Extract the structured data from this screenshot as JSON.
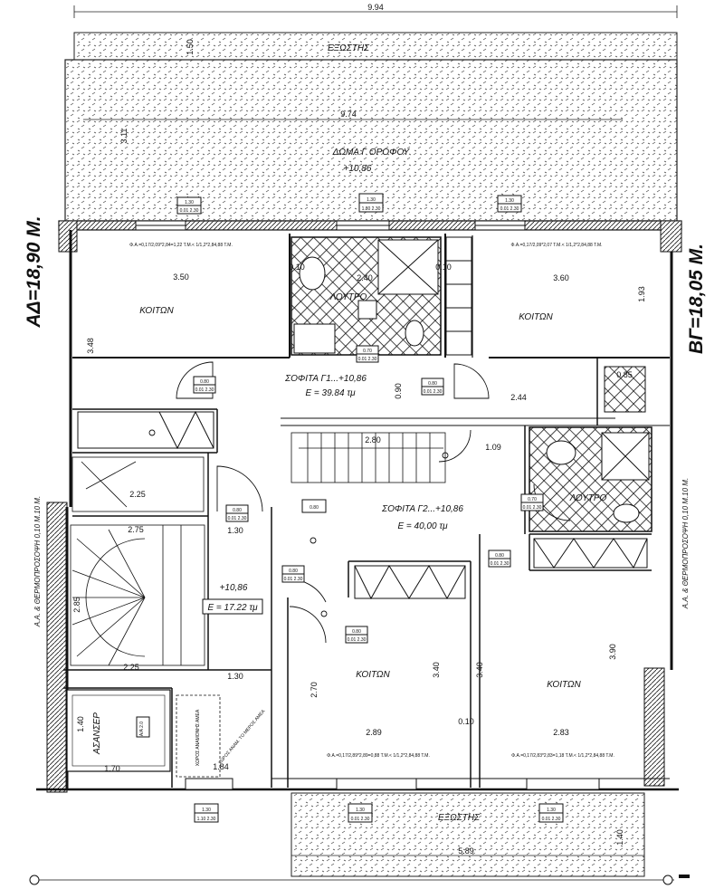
{
  "side_labels": {
    "left_title": "ΑΔ=18,90 Μ.",
    "right_title": "ΒΓ=18,05 Μ.",
    "left_note": "Α.Α. & ΘΕΡΜΟΠΡΟΣΟΨΗ 0,10 Μ.10 Μ.",
    "right_note": "Α.Α. & ΘΕΡΜΟΠΡΟΣΟΨΗ 0,10 Μ.10 Μ."
  },
  "top": {
    "overall_dim": "9.94",
    "terrace_label": "ΕΞΩΣΤΗΣ",
    "terrace_depth": "1.50",
    "roof_title": "ΔΩΜΑ Γ ΟΡΟΦΟΥ",
    "roof_level": "+10,86",
    "roof_dim": "9.74",
    "roof_side_dim": "3.11"
  },
  "rooms": {
    "bedroom_tl": "ΚΟΙΤΩΝ",
    "bedroom_tr": "ΚΟΙΤΩΝ",
    "bedroom_bc": "ΚΟΙΤΩΝ",
    "bedroom_br": "ΚΟΙΤΩΝ",
    "bath_top": "ΛΟΥΤΡΟ",
    "bath_right": "ΛΟΥΤΡΟ",
    "elevator": "ΑΣΑΝΣΕΡ",
    "bottom_terrace": "ΕΞΩΣΤΗΣ"
  },
  "attics": {
    "g1_title": "ΣΟΦΙΤΑ Γ1...+10,86",
    "g1_area": "Ε = 39.84 τμ",
    "g2_title": "ΣΟΦΙΤΑ Γ2...+10,86",
    "g2_area": "Ε = 40,00 τμ",
    "stair_level": "+10,86",
    "stair_area": "Ε = 17.22 τμ"
  },
  "dimensions": {
    "d350": "3.50",
    "d240": "2.40",
    "d010a": "0.10",
    "d010b": "0.10",
    "d360": "3.60",
    "d348": "3.48",
    "d393": "1.93",
    "d244": "2.44",
    "d090": "0.90",
    "d289": "2.89",
    "d283": "2.83",
    "d270": "2.70",
    "d340a": "3.40",
    "d340b": "3.40",
    "d390": "3.90",
    "d010c": "0.10",
    "d275": "2.75",
    "d225a": "2.25",
    "d225b": "2.25",
    "d130a": "1.30",
    "d130b": "1.30",
    "d140": "1.40",
    "d170": "1.70",
    "d184": "1.84",
    "d109": "1.09",
    "d280": "2.80",
    "d589": "5.89",
    "d140b": "1.40",
    "d285": "2.85"
  },
  "window_tags": [
    {
      "top": "1.30",
      "bottom": "0.01 2.30"
    },
    {
      "top": "1.30",
      "bottom": "1.80 2.30"
    },
    {
      "top": "1.30",
      "bottom": "0.01 2.30"
    },
    {
      "top": "0.80",
      "bottom": "0.01 2.30"
    },
    {
      "top": "0.70",
      "bottom": "0.01 2.30"
    },
    {
      "top": "0.80",
      "bottom": "0.01 2.30"
    },
    {
      "top": "0.80",
      "bottom": "0.01 2.30"
    },
    {
      "top": "0.80",
      "bottom": "0.01 2.30"
    },
    {
      "top": "0.70",
      "bottom": "0.01 2.30"
    },
    {
      "top": "0.80",
      "bottom": "0.01 2.30"
    },
    {
      "top": "0.80",
      "bottom": "0.01 2.30"
    },
    {
      "top": "0.80",
      "bottom": "0.01 2.30"
    },
    {
      "top": "1.30",
      "bottom": "1.10 2.30"
    },
    {
      "top": "1.30",
      "bottom": "0.01 2.30"
    },
    {
      "top": "1.30",
      "bottom": "0.01 2.30"
    }
  ],
  "window_notes": {
    "n_tl": "Φ.Α.=0,17/2,09*2,84=1,22 Τ.Μ.< 1/1,2*2,84,88 Τ.Μ.",
    "n_tr": "Φ.Α.=0,17/2,09*2,07 Τ.Μ.< 1/1,2*2,84,88 Τ.Μ.",
    "n_bc": "Φ.Α.=0,17/2,89*2,89=0,88 Τ.Μ.< 1/1,2*2,84,88 Τ.Μ.",
    "n_br": "Φ.Α.=0,17/2,83*2,83=1,18 Τ.Μ.< 1/1,2*2,84,88 Τ.Μ."
  },
  "misc": {
    "elev_tag": "Α/Α 2.0",
    "shaft_note": "ΧΩΡΟΣ ΑΝΑΜΟΝΗΣ ΑΜΕΑ",
    "shaft_note2": "ΧΩΡΟΣ ΑΝΑΜ. ΤΟ ΜΕΡΟΣ ΑΜΕΑ",
    "ap_label": "0,80",
    "k_label": "0.85"
  }
}
